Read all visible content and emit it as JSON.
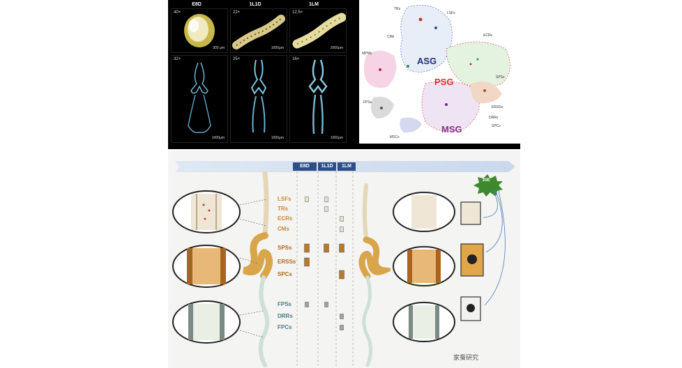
{
  "top_left": {
    "columns": [
      "E8D",
      "1L1D",
      "1LM"
    ],
    "row1": [
      {
        "tag": "40×",
        "scale": "300 μm"
      },
      {
        "tag": "22×",
        "scale": "1000μm"
      },
      {
        "tag": "12.5×",
        "scale": "2000μm"
      }
    ],
    "row2": [
      {
        "tag": "32×",
        "scale": "1000μm"
      },
      {
        "tag": "25×",
        "scale": "1000μm"
      },
      {
        "tag": "16×",
        "scale": "1000μm"
      }
    ]
  },
  "umap": {
    "regions": {
      "asg": "ASG",
      "psg": "PSG",
      "msg": "MSG"
    },
    "cluster_labels": [
      "TRs",
      "LSFs",
      "ECRs",
      "CMs",
      "SPSs",
      "MPMs",
      "ERSSs",
      "FPSs",
      "DRRs",
      "SPCs",
      "MSCs"
    ],
    "colors": {
      "asg": "#1f2f7a",
      "psg": "#d8362f",
      "msg": "#8b2f8c"
    }
  },
  "timeline": {
    "stages": [
      "E8D",
      "1L1D",
      "1LM"
    ],
    "right_tag": "20E"
  },
  "rows": [
    {
      "label": "LSFs",
      "color": "#c9883a"
    },
    {
      "label": "TRs",
      "color": "#c9883a"
    },
    {
      "label": "ECRs",
      "color": "#c9883a"
    },
    {
      "label": "CMs",
      "color": "#c9883a"
    },
    {
      "label": "SPSs",
      "color": "#b56a1e"
    },
    {
      "label": "ERSSs",
      "color": "#b56a1e"
    },
    {
      "label": "SPCs",
      "color": "#b56a1e"
    },
    {
      "label": "FPSs",
      "color": "#4e7a88"
    },
    {
      "label": "DRRs",
      "color": "#4e7a88"
    },
    {
      "label": "FPCs",
      "color": "#4e7a88"
    }
  ],
  "matrix": [
    [
      true,
      true,
      false
    ],
    [
      false,
      true,
      false
    ],
    [
      false,
      false,
      true
    ],
    [
      false,
      false,
      true
    ],
    [
      true,
      true,
      true
    ],
    [
      true,
      false,
      false
    ],
    [
      false,
      false,
      true
    ],
    [
      true,
      true,
      false
    ],
    [
      false,
      false,
      true
    ],
    [
      false,
      false,
      true
    ]
  ],
  "watermark": "家蚕研究"
}
